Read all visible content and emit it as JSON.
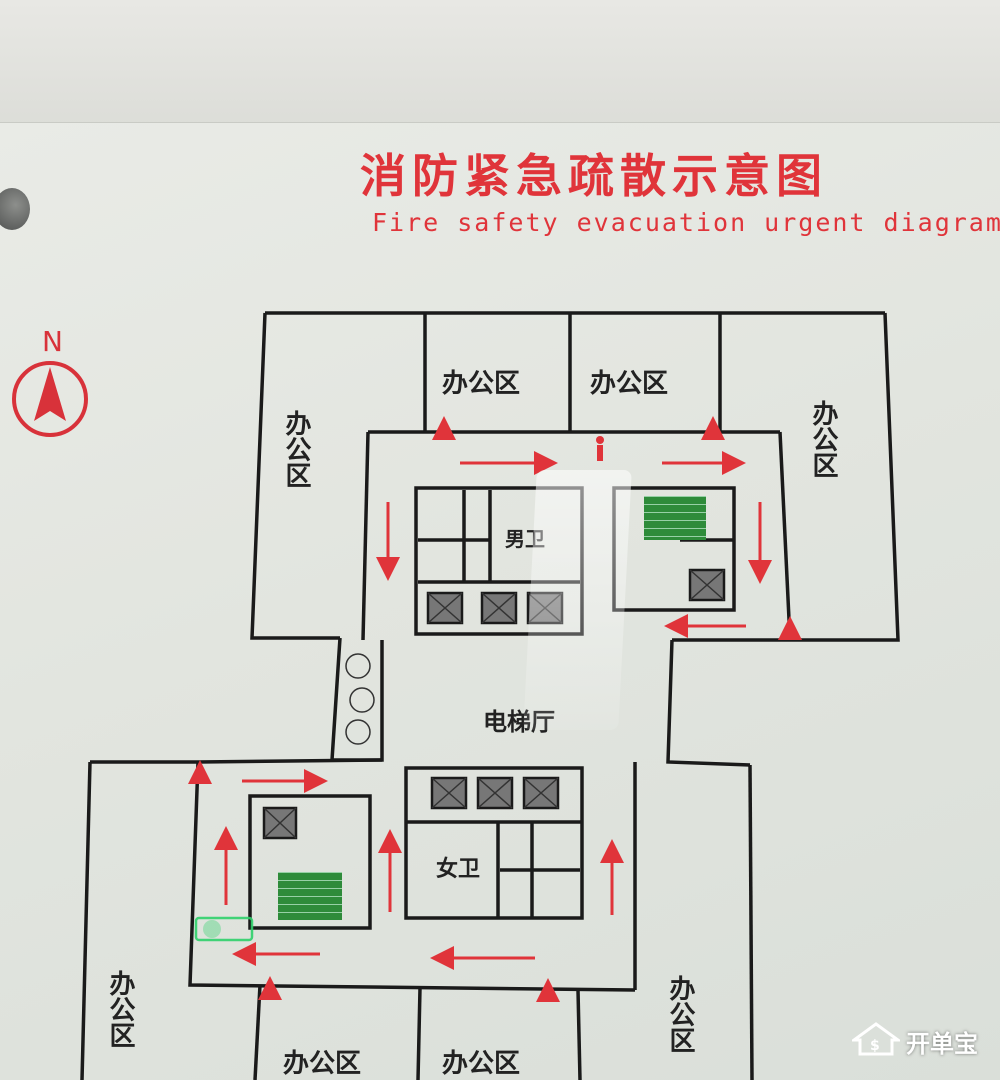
{
  "sign": {
    "title_cn": "消防紧急疏散示意图",
    "title_en": "Fire safety evacuation urgent diagram",
    "compass_label": "N",
    "rooms": {
      "office": "办公区",
      "men_restroom": "男卫",
      "women_restroom": "女卫",
      "elevator_hall": "电梯厅"
    },
    "colors": {
      "title": "#e0343a",
      "arrows": "#e0343a",
      "walls": "#1a1a1a",
      "stairs": "#2e8b3a",
      "exit_sign": "#2fd06a"
    }
  },
  "watermark": {
    "text": "开单宝",
    "icon": "house-dollar-icon"
  }
}
